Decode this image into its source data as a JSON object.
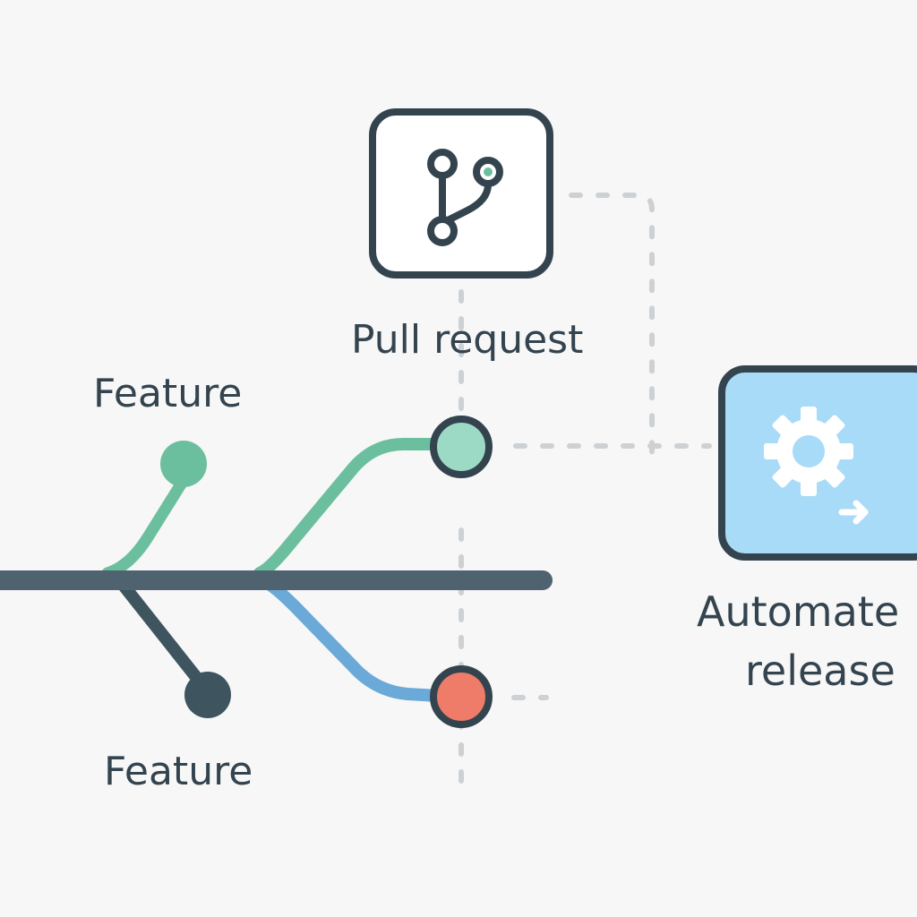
{
  "labels": {
    "feature_top": "Feature",
    "feature_bottom": "Feature",
    "pull_request": "Pull request",
    "automate_release_line1": "Automate",
    "automate_release_line2": "release"
  },
  "icons": {
    "pull_request": "git-branch-icon",
    "automate_release": "gear-arrow-icon"
  },
  "colors": {
    "background": "#f7f7f7",
    "main_branch": "#4f6270",
    "feature_green": "#6bbf9f",
    "feature_dark": "#3e5560",
    "feature_blue": "#6aa9d8",
    "node_green": "#9ddac5",
    "node_red": "#ef7b69",
    "outline": "#34444f",
    "release_box": "#a8dbf7",
    "connector": "#cdd1d4"
  }
}
